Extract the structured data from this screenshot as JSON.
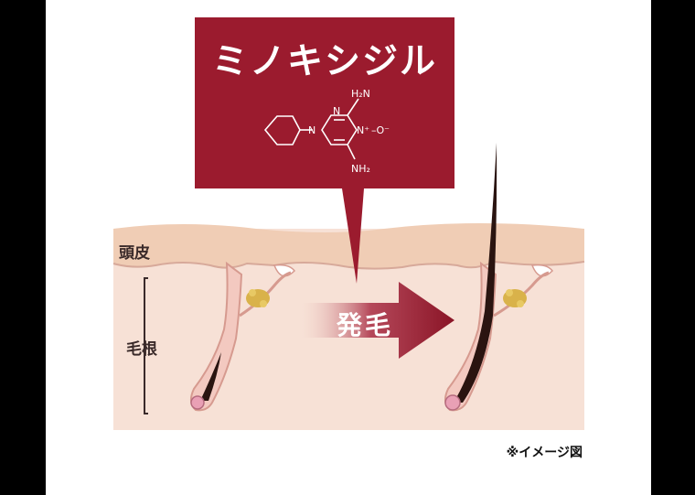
{
  "callout": {
    "title": "ミノキシジル",
    "formula_labels": {
      "n_top": "N",
      "n_left": "N",
      "h2n": "H₂N",
      "n_plus": "N⁺",
      "o_minus": "–O⁻",
      "nh2": "NH₂"
    }
  },
  "labels": {
    "scalp": "頭皮",
    "hair_root": "毛根",
    "growth": "発毛",
    "note": "※イメージ図"
  },
  "colors": {
    "callout_bg": "#9b1b2e",
    "skin_top": "#f0cdb5",
    "skin_body": "#f7e1d6",
    "hair": "#2a1410"
  }
}
